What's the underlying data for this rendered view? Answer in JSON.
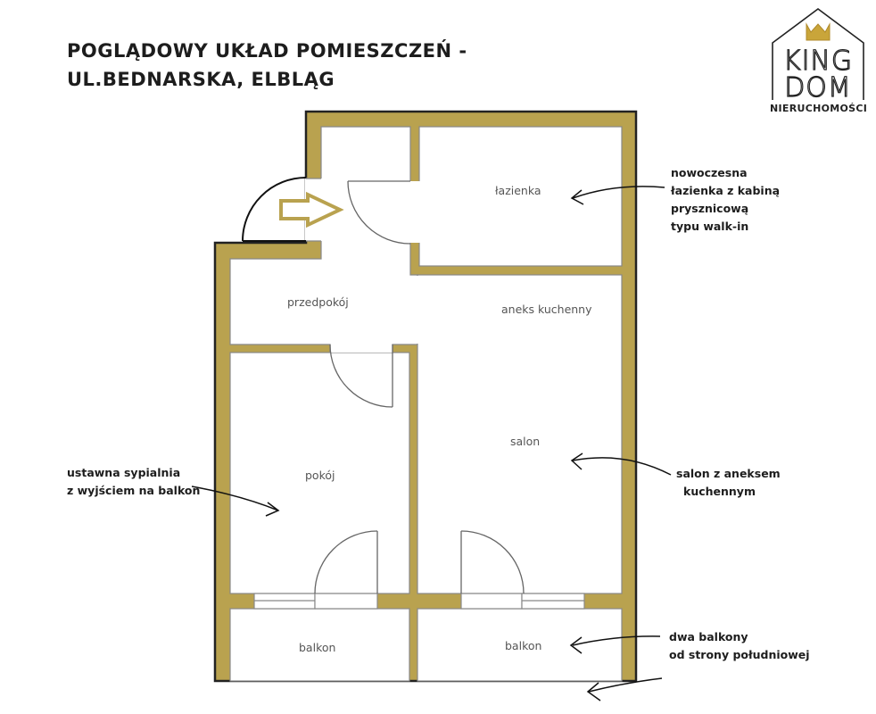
{
  "title": {
    "line1": "POGLĄDOWY UKŁAD POMIESZCZEŃ -",
    "line2": "UL.BEDNARSKA, ELBLĄG"
  },
  "logo": {
    "word1": "KING",
    "word2": "DOM",
    "subtitle": "NIERUCHOMOŚCI"
  },
  "rooms": {
    "bathroom": "łazienka",
    "hall": "przedpokój",
    "kitchenette": "aneks kuchenny",
    "living": "salon",
    "bedroom": "pokój",
    "balcony_left": "balkon",
    "balcony_right": "balkon"
  },
  "notes": {
    "bathroom": [
      "nowoczesna",
      "łazienka z kabiną",
      "prysznicową",
      "typu walk-in"
    ],
    "living": [
      "salon z aneksem",
      "kuchennym"
    ],
    "bedroom": [
      "ustawna sypialnia",
      "z wyjściem na balkon"
    ],
    "balconies": [
      "dwa balkony",
      "od strony południowej"
    ]
  },
  "colors": {
    "wall": "#b9a24f",
    "outline": "#222222"
  }
}
